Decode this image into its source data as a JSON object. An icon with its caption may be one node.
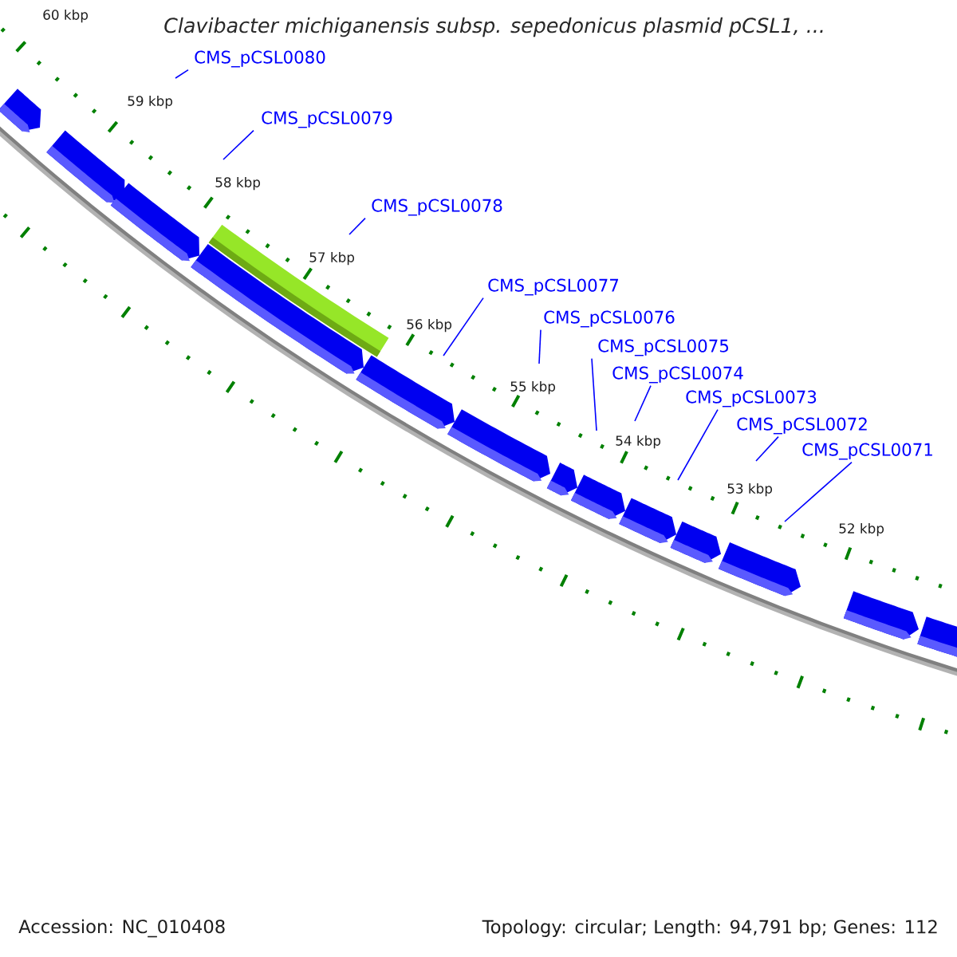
{
  "diagram": {
    "title": "Clavibacter michiganensis subsp. sepedonicus plasmid pCSL1, ...",
    "nodes": [
      {
        "text": [
          "CMS_pCSL0080"
        ]
      },
      {
        "text": [
          "CMS_pCSL0079"
        ]
      },
      {
        "text": [
          "CMS_pCSL0078"
        ]
      },
      {
        "text": [
          "CMS_pCSL0077"
        ]
      },
      {
        "text": [
          "CMS_pCSL0076"
        ]
      },
      {
        "text": [
          "CMS_pCSL0075"
        ]
      },
      {
        "text": [
          "CMS_pCSL0074"
        ]
      },
      {
        "text": [
          "CMS_pCSL0073"
        ]
      },
      {
        "text": [
          "CMS_pCSL0072"
        ]
      },
      {
        "text": [
          "CMS_pCSL0071"
        ]
      }
    ],
    "edges": [
      {
        "from": 0,
        "to": null,
        "arrow": "none"
      },
      {
        "from": 1,
        "to": null,
        "arrow": "none"
      },
      {
        "from": 2,
        "to": null,
        "arrow": "none"
      },
      {
        "from": 3,
        "to": null,
        "arrow": "none"
      },
      {
        "from": 4,
        "to": null,
        "arrow": "none"
      },
      {
        "from": 5,
        "to": null,
        "arrow": "none"
      },
      {
        "from": 6,
        "to": null,
        "arrow": "none"
      },
      {
        "from": 7,
        "to": null,
        "arrow": "none"
      },
      {
        "from": 8,
        "to": null,
        "arrow": "none"
      },
      {
        "from": 9,
        "to": null,
        "arrow": "none"
      }
    ],
    "labels": [
      "60 kbp",
      "59 kbp",
      "58 kbp",
      "57 kbp",
      "56 kbp",
      "55 kbp",
      "54 kbp",
      "53 kbp",
      "52 kbp",
      "Accession: NC_010408",
      "Topology: circular; Length: 94,791 bp; Genes: 112"
    ]
  }
}
